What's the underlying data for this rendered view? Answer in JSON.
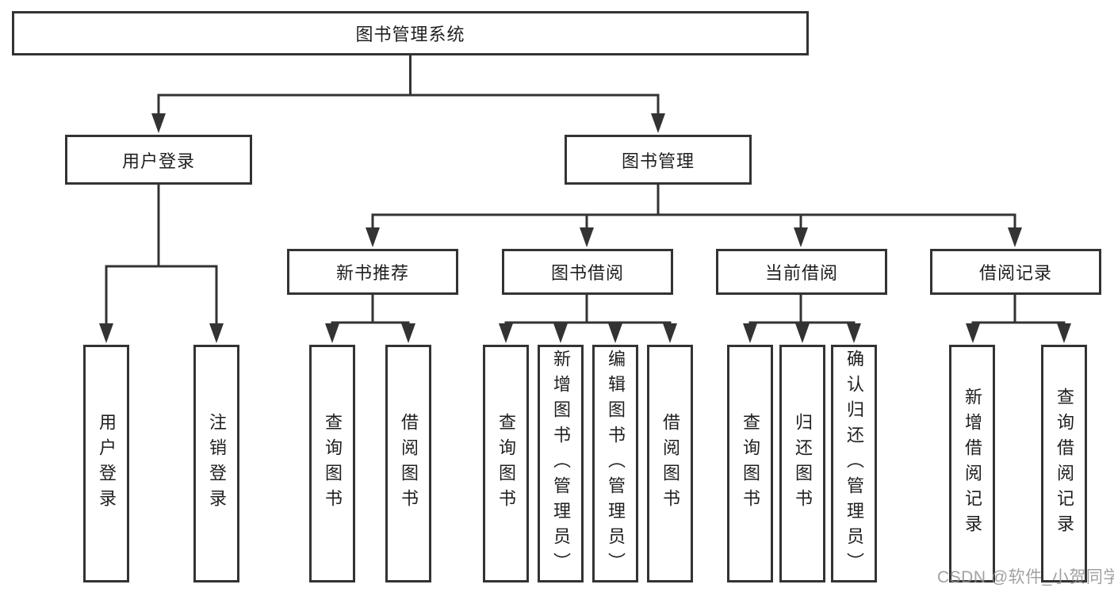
{
  "watermark": "CSDN @软件_小贺同学",
  "colors": {
    "line": "#333333",
    "box_border": "#333333",
    "box_fill": "#ffffff",
    "text": "#1f1f1f",
    "watermark": "#919191",
    "background": "#ffffff"
  },
  "tree": {
    "root": {
      "label": "图书管理系统"
    },
    "level1": [
      {
        "label": "用户登录",
        "children": [
          "用户登录",
          "注销登录"
        ]
      },
      {
        "label": "图书管理"
      }
    ],
    "level2": [
      {
        "label": "新书推荐",
        "children": [
          "查询图书",
          "借阅图书"
        ]
      },
      {
        "label": "图书借阅",
        "children": [
          "查询图书",
          "新增图书（管理员）",
          "编辑图书（管理员）",
          "借阅图书"
        ]
      },
      {
        "label": "当前借阅",
        "children": [
          "查询图书",
          "归还图书",
          "确认归还（管理员）"
        ]
      },
      {
        "label": "借阅记录",
        "children": [
          "新增借阅记录",
          "查询借阅记录"
        ]
      }
    ]
  }
}
